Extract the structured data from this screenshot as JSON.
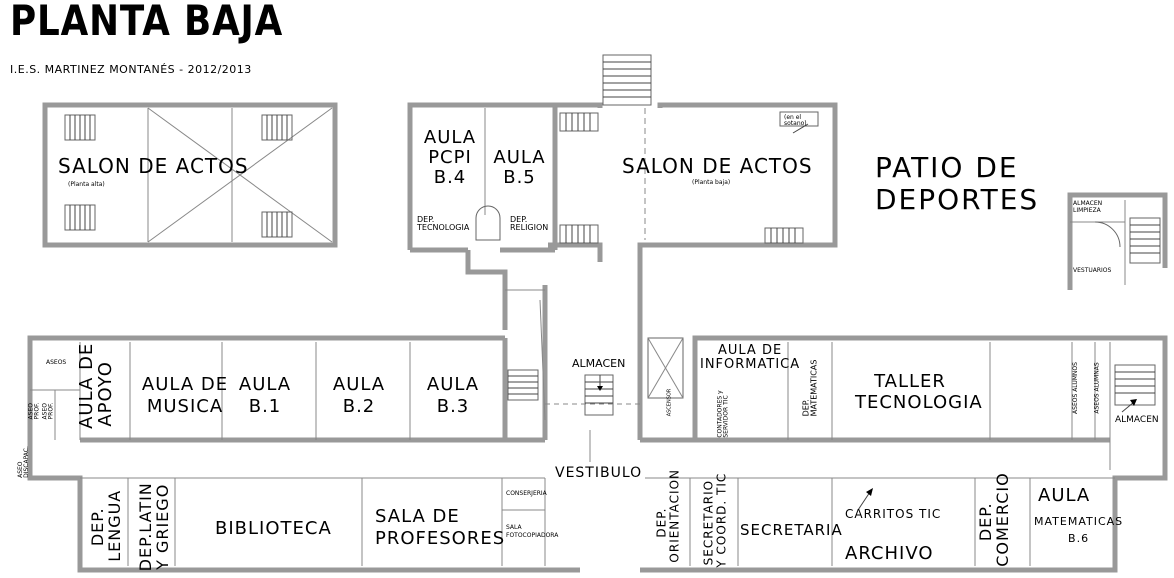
{
  "header": {
    "title": "PLANTA BAJA",
    "subtitle": "I.E.S. MARTINEZ MONTANÉS - 2012/2013"
  },
  "rooms": {
    "salon_alta": "SALON DE ACTOS",
    "salon_alta_note": "(Planta alta)",
    "aula_pcpi": "AULA\nPCPI\nB.4",
    "aula_b5": "AULA\nB.5",
    "dep_tecnologia": "DEP.\nTECNOLOGIA",
    "dep_religion": "DEP.\nRELIGION",
    "salon_baja": "SALON DE ACTOS",
    "salon_baja_note": "(Planta baja)",
    "en_sotano": "(en el\nsotano)",
    "patio": "PATIO DE\nDEPORTES",
    "almacen_limpieza": "ALMACEN\nLIMPIEZA",
    "vestuarios": "VESTUARIOS",
    "aseos": "ASEOS",
    "aseo_prof_a": "ASEO\nPROF.",
    "aseo_prof_b": "ASEO\nPROF.",
    "aseo_discapac": "ASEO\nDISCAPAC.",
    "aula_apoyo": "AULA DE\nAPOYO",
    "aula_musica": "AULA DE\nMUSICA",
    "aula_b1": "AULA\nB.1",
    "aula_b2": "AULA\nB.2",
    "aula_b3": "AULA\nB.3",
    "almacen_centro": "ALMACEN",
    "ascensor": "ASCENSOR",
    "aula_informatica": "AULA DE\nINFORMATICA",
    "contadores": "CONTADORES y\nSERVIDOR TIC",
    "dep_matematicas": "DEP.\nMATEMATICAS",
    "taller": "TALLER\nTECNOLOGIA",
    "aseos_alumnos": "ASEOS ALUMNOS",
    "aseos_alumnas": "ASEOS ALUMNAS",
    "almacen_dcha": "ALMACEN",
    "vestibulo": "VESTIBULO",
    "dep_lengua": "DEP.\nLENGUA",
    "dep_latin": "DEP.LATIN\nY GRIEGO",
    "biblioteca": "BIBLIOTECA",
    "sala_profesores": "SALA DE\nPROFESORES",
    "conserjeria": "CONSERJERIA",
    "sala_fotocopiadora": "SALA\nFOTOCOPIADORA",
    "dep_orientacion": "DEP.\nORIENTACION",
    "secretario": "SECRETARIO\nY COORD. TIC",
    "secretaria": "SECRETARIA",
    "carritos": "CARRITOS TIC",
    "archivo": "ARCHIVO",
    "dep_comercio": "DEP.\nCOMERCIO",
    "aula_b6": "AULA",
    "aula_b6_sub": "MATEMATICAS\nB.6"
  }
}
